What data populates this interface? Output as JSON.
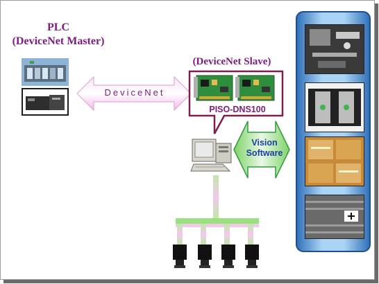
{
  "plc": {
    "title_line1": "PLC",
    "title_line2": "(DeviceNet Master)"
  },
  "link": {
    "label": "DeviceNet"
  },
  "slave": {
    "title": "(DeviceNet Slave)",
    "card_label": "PISO-DNS100"
  },
  "software": {
    "line1": "Vision",
    "line2": "Software"
  },
  "colors": {
    "label_purple": "#7a1f80",
    "panel_blue": "#4d8fd1",
    "arrow_pink": "#f4b8ec",
    "arrow_green": "#7fd36a",
    "software_blue": "#1b3fa0"
  },
  "icons": [
    "plc-module-icon",
    "plc-unit-icon",
    "interface-card-icon",
    "pc-workstation-icon",
    "camera-icon"
  ]
}
